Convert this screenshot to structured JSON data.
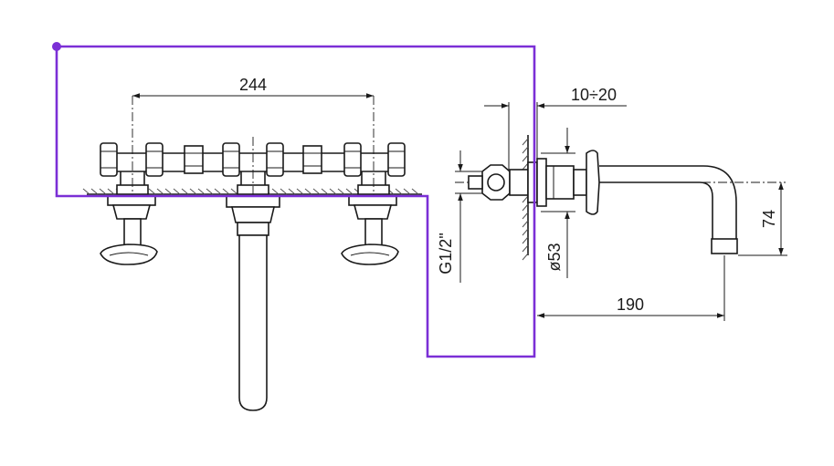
{
  "drawing": {
    "dimensions": {
      "width_244": "244",
      "range_10_20": "10÷20",
      "thread": "G1/2\"",
      "diameter_53": "ø53",
      "projection_190": "190",
      "height_74": "74"
    }
  },
  "selection": {
    "color": "#7b2fd6"
  }
}
